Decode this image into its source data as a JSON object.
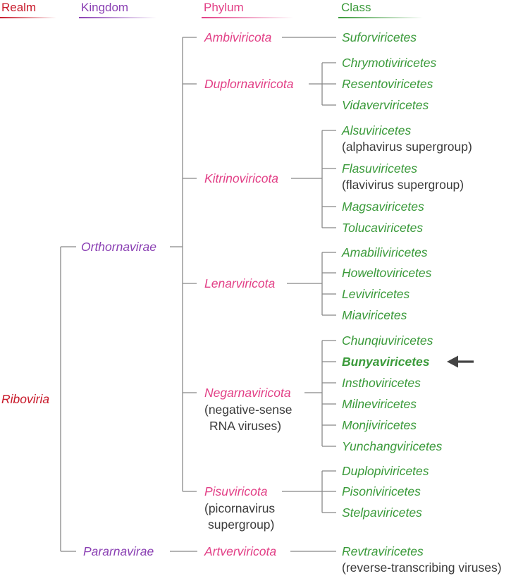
{
  "headers": {
    "realm": "Realm",
    "kingdom": "Kingdom",
    "phylum": "Phylum",
    "class": "Class"
  },
  "colors": {
    "realm": "#c8192a",
    "kingdom": "#8a3fb3",
    "phylum": "#e23f86",
    "class": "#3a9a3a",
    "note": "#3b3b3b",
    "lines": "#888888",
    "arrow": "#444444"
  },
  "realm": {
    "name": "Riboviria"
  },
  "kingdoms": [
    {
      "name": "Orthornavirae",
      "phyla": [
        {
          "name": "Ambiviricota",
          "classes": [
            {
              "name": "Suforviricetes"
            }
          ]
        },
        {
          "name": "Duplornaviricota",
          "classes": [
            {
              "name": "Chrymotiviricetes"
            },
            {
              "name": "Resentoviricetes"
            },
            {
              "name": "Vidaverviricetes"
            }
          ]
        },
        {
          "name": "Kitrinoviricota",
          "classes": [
            {
              "name": "Alsuviricetes",
              "note": "(alphavirus supergroup)"
            },
            {
              "name": "Flasuviricetes",
              "note": "(flavivirus supergroup)"
            },
            {
              "name": "Magsaviricetes"
            },
            {
              "name": "Tolucaviricetes"
            }
          ]
        },
        {
          "name": "Lenarviricota",
          "classes": [
            {
              "name": "Amabiliviricetes"
            },
            {
              "name": "Howeltoviricetes"
            },
            {
              "name": "Leviviricetes"
            },
            {
              "name": "Miaviricetes"
            }
          ]
        },
        {
          "name": "Negarnaviricota",
          "note": [
            "(negative-sense",
            "RNA viruses)"
          ],
          "classes": [
            {
              "name": "Chunqiuviricetes"
            },
            {
              "name": "Bunyaviricetes",
              "highlighted": true
            },
            {
              "name": "Insthoviricetes"
            },
            {
              "name": "Milneviricetes"
            },
            {
              "name": "Monjiviricetes"
            },
            {
              "name": "Yunchangviricetes"
            }
          ]
        },
        {
          "name": "Pisuviricota",
          "note": [
            "(picornavirus",
            "supergroup)"
          ],
          "classes": [
            {
              "name": "Duplopiviricetes"
            },
            {
              "name": "Pisoniviricetes"
            },
            {
              "name": "Stelpaviricetes"
            }
          ]
        }
      ]
    },
    {
      "name": "Pararnavirae",
      "phyla": [
        {
          "name": "Artverviricota",
          "classes": [
            {
              "name": "Revtraviricetes",
              "note": "(reverse-transcribing viruses)"
            }
          ]
        }
      ]
    }
  ]
}
